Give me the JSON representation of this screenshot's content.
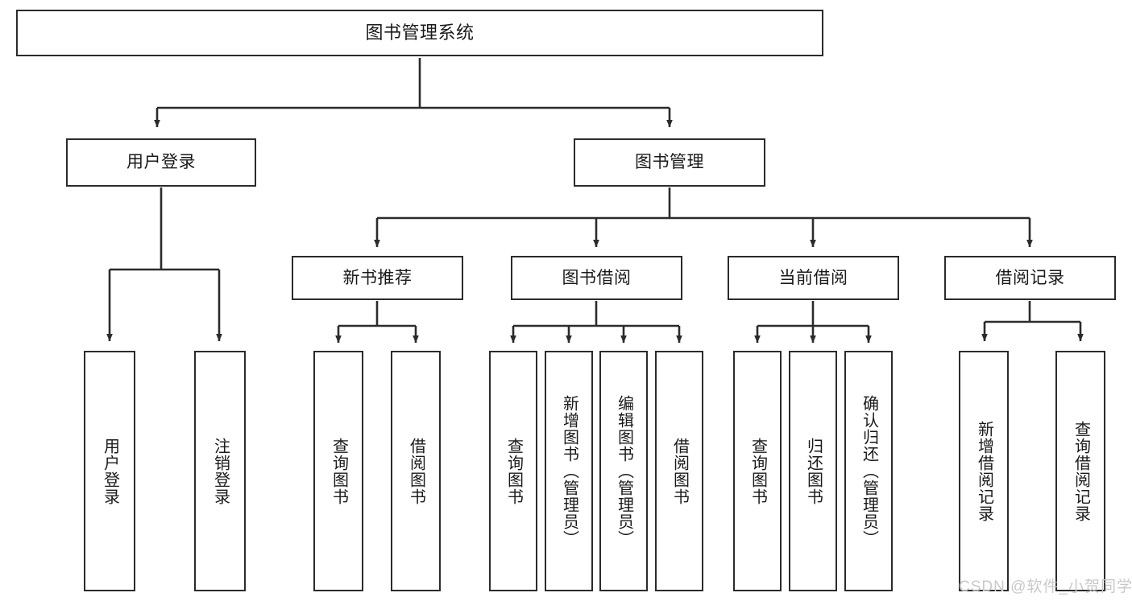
{
  "diagram": {
    "title": "图书管理系统",
    "type": "tree-hierarchy",
    "stroke_color": "#2b2b2b",
    "fill_color": "#ffffff",
    "text_color": "#1a1a1a"
  },
  "root": {
    "label": "图书管理系统"
  },
  "level2": [
    {
      "label": "用户登录"
    },
    {
      "label": "图书管理"
    }
  ],
  "level3": [
    {
      "label": "新书推荐"
    },
    {
      "label": "图书借阅"
    },
    {
      "label": "当前借阅"
    },
    {
      "label": "借阅记录"
    }
  ],
  "leaves": {
    "user_login": [
      {
        "label": "用户登录"
      },
      {
        "label": "注销登录"
      }
    ],
    "new_book_recommend": [
      {
        "label": "查询图书"
      },
      {
        "label": "借阅图书"
      }
    ],
    "book_borrow": [
      {
        "label": "查询图书"
      },
      {
        "label": "新增图书（管理员）"
      },
      {
        "label": "编辑图书（管理员）"
      },
      {
        "label": "借阅图书"
      }
    ],
    "current_borrow": [
      {
        "label": "查询图书"
      },
      {
        "label": "归还图书"
      },
      {
        "label": "确认归还（管理员）"
      }
    ],
    "borrow_record": [
      {
        "label": "新增借阅记录"
      },
      {
        "label": "查询借阅记录"
      }
    ]
  },
  "watermark": {
    "text": "CSDN @软件_小贺同学"
  }
}
